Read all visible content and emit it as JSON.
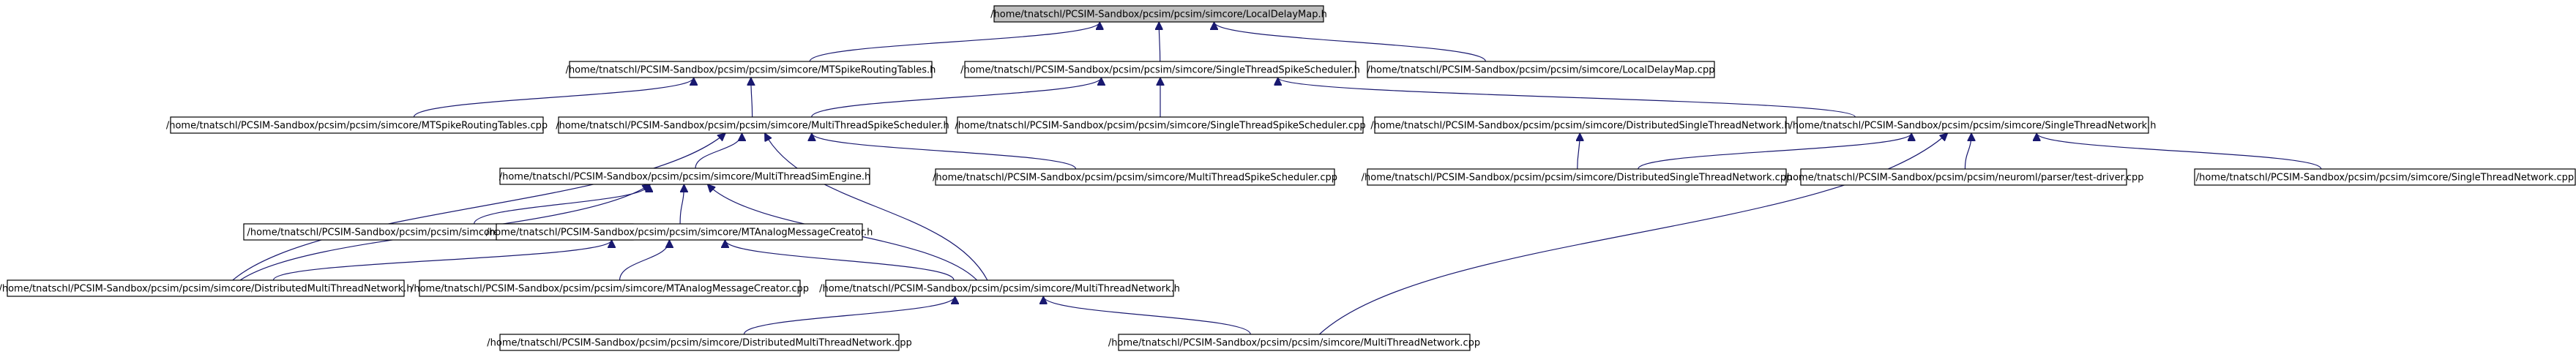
{
  "nodes": [
    {
      "id": "LocalDelayMap_h",
      "label": "/home/tnatschl/PCSIM-Sandbox/pcsim/pcsim/simcore/LocalDelayMap.h",
      "root": true
    },
    {
      "id": "MTSpikeRoutingTables_h",
      "label": "/home/tnatschl/PCSIM-Sandbox/pcsim/pcsim/simcore/MTSpikeRoutingTables.h"
    },
    {
      "id": "SingleThreadSpikeScheduler_h",
      "label": "/home/tnatschl/PCSIM-Sandbox/pcsim/pcsim/simcore/SingleThreadSpikeScheduler.h"
    },
    {
      "id": "LocalDelayMap_cpp",
      "label": "/home/tnatschl/PCSIM-Sandbox/pcsim/pcsim/simcore/LocalDelayMap.cpp"
    },
    {
      "id": "MTSpikeRoutingTables_cpp",
      "label": "/home/tnatschl/PCSIM-Sandbox/pcsim/pcsim/simcore/MTSpikeRoutingTables.cpp"
    },
    {
      "id": "MultiThreadSpikeScheduler_h",
      "label": "/home/tnatschl/PCSIM-Sandbox/pcsim/pcsim/simcore/MultiThreadSpikeScheduler.h"
    },
    {
      "id": "SingleThreadSpikeScheduler_cpp",
      "label": "/home/tnatschl/PCSIM-Sandbox/pcsim/pcsim/simcore/SingleThreadSpikeScheduler.cpp"
    },
    {
      "id": "DistributedSingleThreadNetwork_h",
      "label": "/home/tnatschl/PCSIM-Sandbox/pcsim/pcsim/simcore/DistributedSingleThreadNetwork.h"
    },
    {
      "id": "SingleThreadNetwork_h",
      "label": "/home/tnatschl/PCSIM-Sandbox/pcsim/pcsim/simcore/SingleThreadNetwork.h"
    },
    {
      "id": "MultiThreadSimEngine_h",
      "label": "/home/tnatschl/PCSIM-Sandbox/pcsim/pcsim/simcore/MultiThreadSimEngine.h"
    },
    {
      "id": "MultiThreadSpikeScheduler_cpp",
      "label": "/home/tnatschl/PCSIM-Sandbox/pcsim/pcsim/simcore/MultiThreadSpikeScheduler.cpp"
    },
    {
      "id": "DistributedSingleThreadNetwork_cpp",
      "label": "/home/tnatschl/PCSIM-Sandbox/pcsim/pcsim/simcore/DistributedSingleThreadNetwork.cpp"
    },
    {
      "id": "test_driver_cpp",
      "label": "/home/tnatschl/PCSIM-Sandbox/pcsim/pcsim/neuroml/parser/test-driver.cpp"
    },
    {
      "id": "SingleThreadNetwork_cpp",
      "label": "/home/tnatschl/PCSIM-Sandbox/pcsim/pcsim/simcore/SingleThreadNetwork.cpp"
    },
    {
      "id": "MultiThreadSimEngine_cpp",
      "label": "/home/tnatschl/PCSIM-Sandbox/pcsim/pcsim/simcore/MultiThreadSimEngine.cpp"
    },
    {
      "id": "MTAnalogMessageCreator_h",
      "label": "/home/tnatschl/PCSIM-Sandbox/pcsim/pcsim/simcore/MTAnalogMessageCreator.h"
    },
    {
      "id": "DistributedMultiThreadNetwork_h",
      "label": "/home/tnatschl/PCSIM-Sandbox/pcsim/pcsim/simcore/DistributedMultiThreadNetwork.h"
    },
    {
      "id": "MTAnalogMessageCreator_cpp",
      "label": "/home/tnatschl/PCSIM-Sandbox/pcsim/pcsim/simcore/MTAnalogMessageCreator.cpp"
    },
    {
      "id": "MultiThreadNetwork_h",
      "label": "/home/tnatschl/PCSIM-Sandbox/pcsim/pcsim/simcore/MultiThreadNetwork.h"
    },
    {
      "id": "DistributedMultiThreadNetwork_cpp",
      "label": "/home/tnatschl/PCSIM-Sandbox/pcsim/pcsim/simcore/DistributedMultiThreadNetwork.cpp"
    },
    {
      "id": "MultiThreadNetwork_cpp",
      "label": "/home/tnatschl/PCSIM-Sandbox/pcsim/pcsim/simcore/MultiThreadNetwork.cpp"
    }
  ],
  "edges": [
    {
      "from": "MTSpikeRoutingTables_h",
      "to": "LocalDelayMap_h"
    },
    {
      "from": "SingleThreadSpikeScheduler_h",
      "to": "LocalDelayMap_h"
    },
    {
      "from": "LocalDelayMap_cpp",
      "to": "LocalDelayMap_h"
    },
    {
      "from": "MTSpikeRoutingTables_cpp",
      "to": "MTSpikeRoutingTables_h"
    },
    {
      "from": "MultiThreadSpikeScheduler_h",
      "to": "MTSpikeRoutingTables_h"
    },
    {
      "from": "MultiThreadSpikeScheduler_h",
      "to": "SingleThreadSpikeScheduler_h"
    },
    {
      "from": "SingleThreadSpikeScheduler_cpp",
      "to": "SingleThreadSpikeScheduler_h"
    },
    {
      "from": "SingleThreadNetwork_h",
      "to": "SingleThreadSpikeScheduler_h"
    },
    {
      "from": "MultiThreadSimEngine_h",
      "to": "MultiThreadSpikeScheduler_h"
    },
    {
      "from": "MultiThreadSpikeScheduler_cpp",
      "to": "MultiThreadSpikeScheduler_h"
    },
    {
      "from": "DistributedMultiThreadNetwork_h",
      "to": "MultiThreadSpikeScheduler_h"
    },
    {
      "from": "MultiThreadNetwork_h",
      "to": "MultiThreadSpikeScheduler_h"
    },
    {
      "from": "DistributedSingleThreadNetwork_cpp",
      "to": "DistributedSingleThreadNetwork_h"
    },
    {
      "from": "DistributedSingleThreadNetwork_cpp",
      "to": "SingleThreadNetwork_h"
    },
    {
      "from": "test_driver_cpp",
      "to": "SingleThreadNetwork_h"
    },
    {
      "from": "SingleThreadNetwork_cpp",
      "to": "SingleThreadNetwork_h"
    },
    {
      "from": "MultiThreadNetwork_cpp",
      "to": "SingleThreadNetwork_h"
    },
    {
      "from": "MultiThreadSimEngine_cpp",
      "to": "MultiThreadSimEngine_h"
    },
    {
      "from": "MTAnalogMessageCreator_h",
      "to": "MultiThreadSimEngine_h"
    },
    {
      "from": "DistributedMultiThreadNetwork_h",
      "to": "MultiThreadSimEngine_h"
    },
    {
      "from": "MultiThreadNetwork_h",
      "to": "MultiThreadSimEngine_h"
    },
    {
      "from": "DistributedMultiThreadNetwork_h",
      "to": "MTAnalogMessageCreator_h"
    },
    {
      "from": "MTAnalogMessageCreator_cpp",
      "to": "MTAnalogMessageCreator_h"
    },
    {
      "from": "MultiThreadNetwork_h",
      "to": "MTAnalogMessageCreator_h"
    },
    {
      "from": "DistributedMultiThreadNetwork_cpp",
      "to": "MultiThreadNetwork_h"
    },
    {
      "from": "MultiThreadNetwork_cpp",
      "to": "MultiThreadNetwork_h"
    }
  ]
}
